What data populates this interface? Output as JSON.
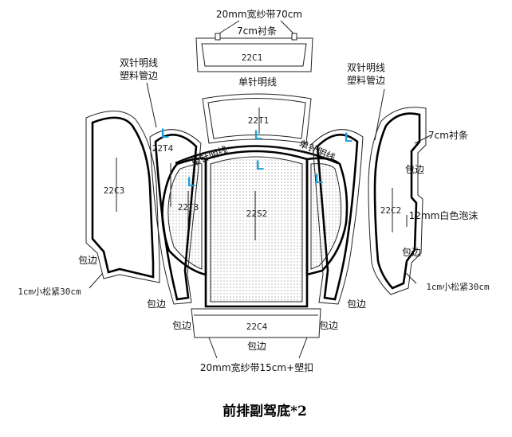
{
  "title": "前排副驾底*2",
  "pieces": {
    "c1": "22C1",
    "t1": "22T1",
    "t4": "22T4",
    "t3": "22T3",
    "s2": "22S2",
    "c3": "22C3",
    "c2": "22C2",
    "c4": "22C4"
  },
  "labels": {
    "top_tape": "20mm宽纱带70cm",
    "top_lining": "7cm衬条",
    "single_stitch": "单针明线",
    "double_left_1": "双针明线",
    "double_left_2": "塑料管边",
    "double_right_1": "双针明线",
    "double_right_2": "塑料管边",
    "lining_right": "7cm衬条",
    "binding_right_mid": "包边",
    "foam": "12mm白色泡沫",
    "binding_right_low": "包边",
    "elastic_right": "1cm小松紧30cm",
    "binding_left": "包边",
    "elastic_left": "1cm小松紧30cm",
    "binding_bottom_left": "包边",
    "binding_bottom_right": "包边",
    "binding_c4_left": "包边",
    "binding_c4_right": "包边",
    "binding_bottom": "包边",
    "bottom_tape": "20mm宽纱带15cm+塑扣",
    "stitch_arc_left": "单针明线",
    "stitch_arc_right": "单针明线",
    "mark_l": "L"
  }
}
